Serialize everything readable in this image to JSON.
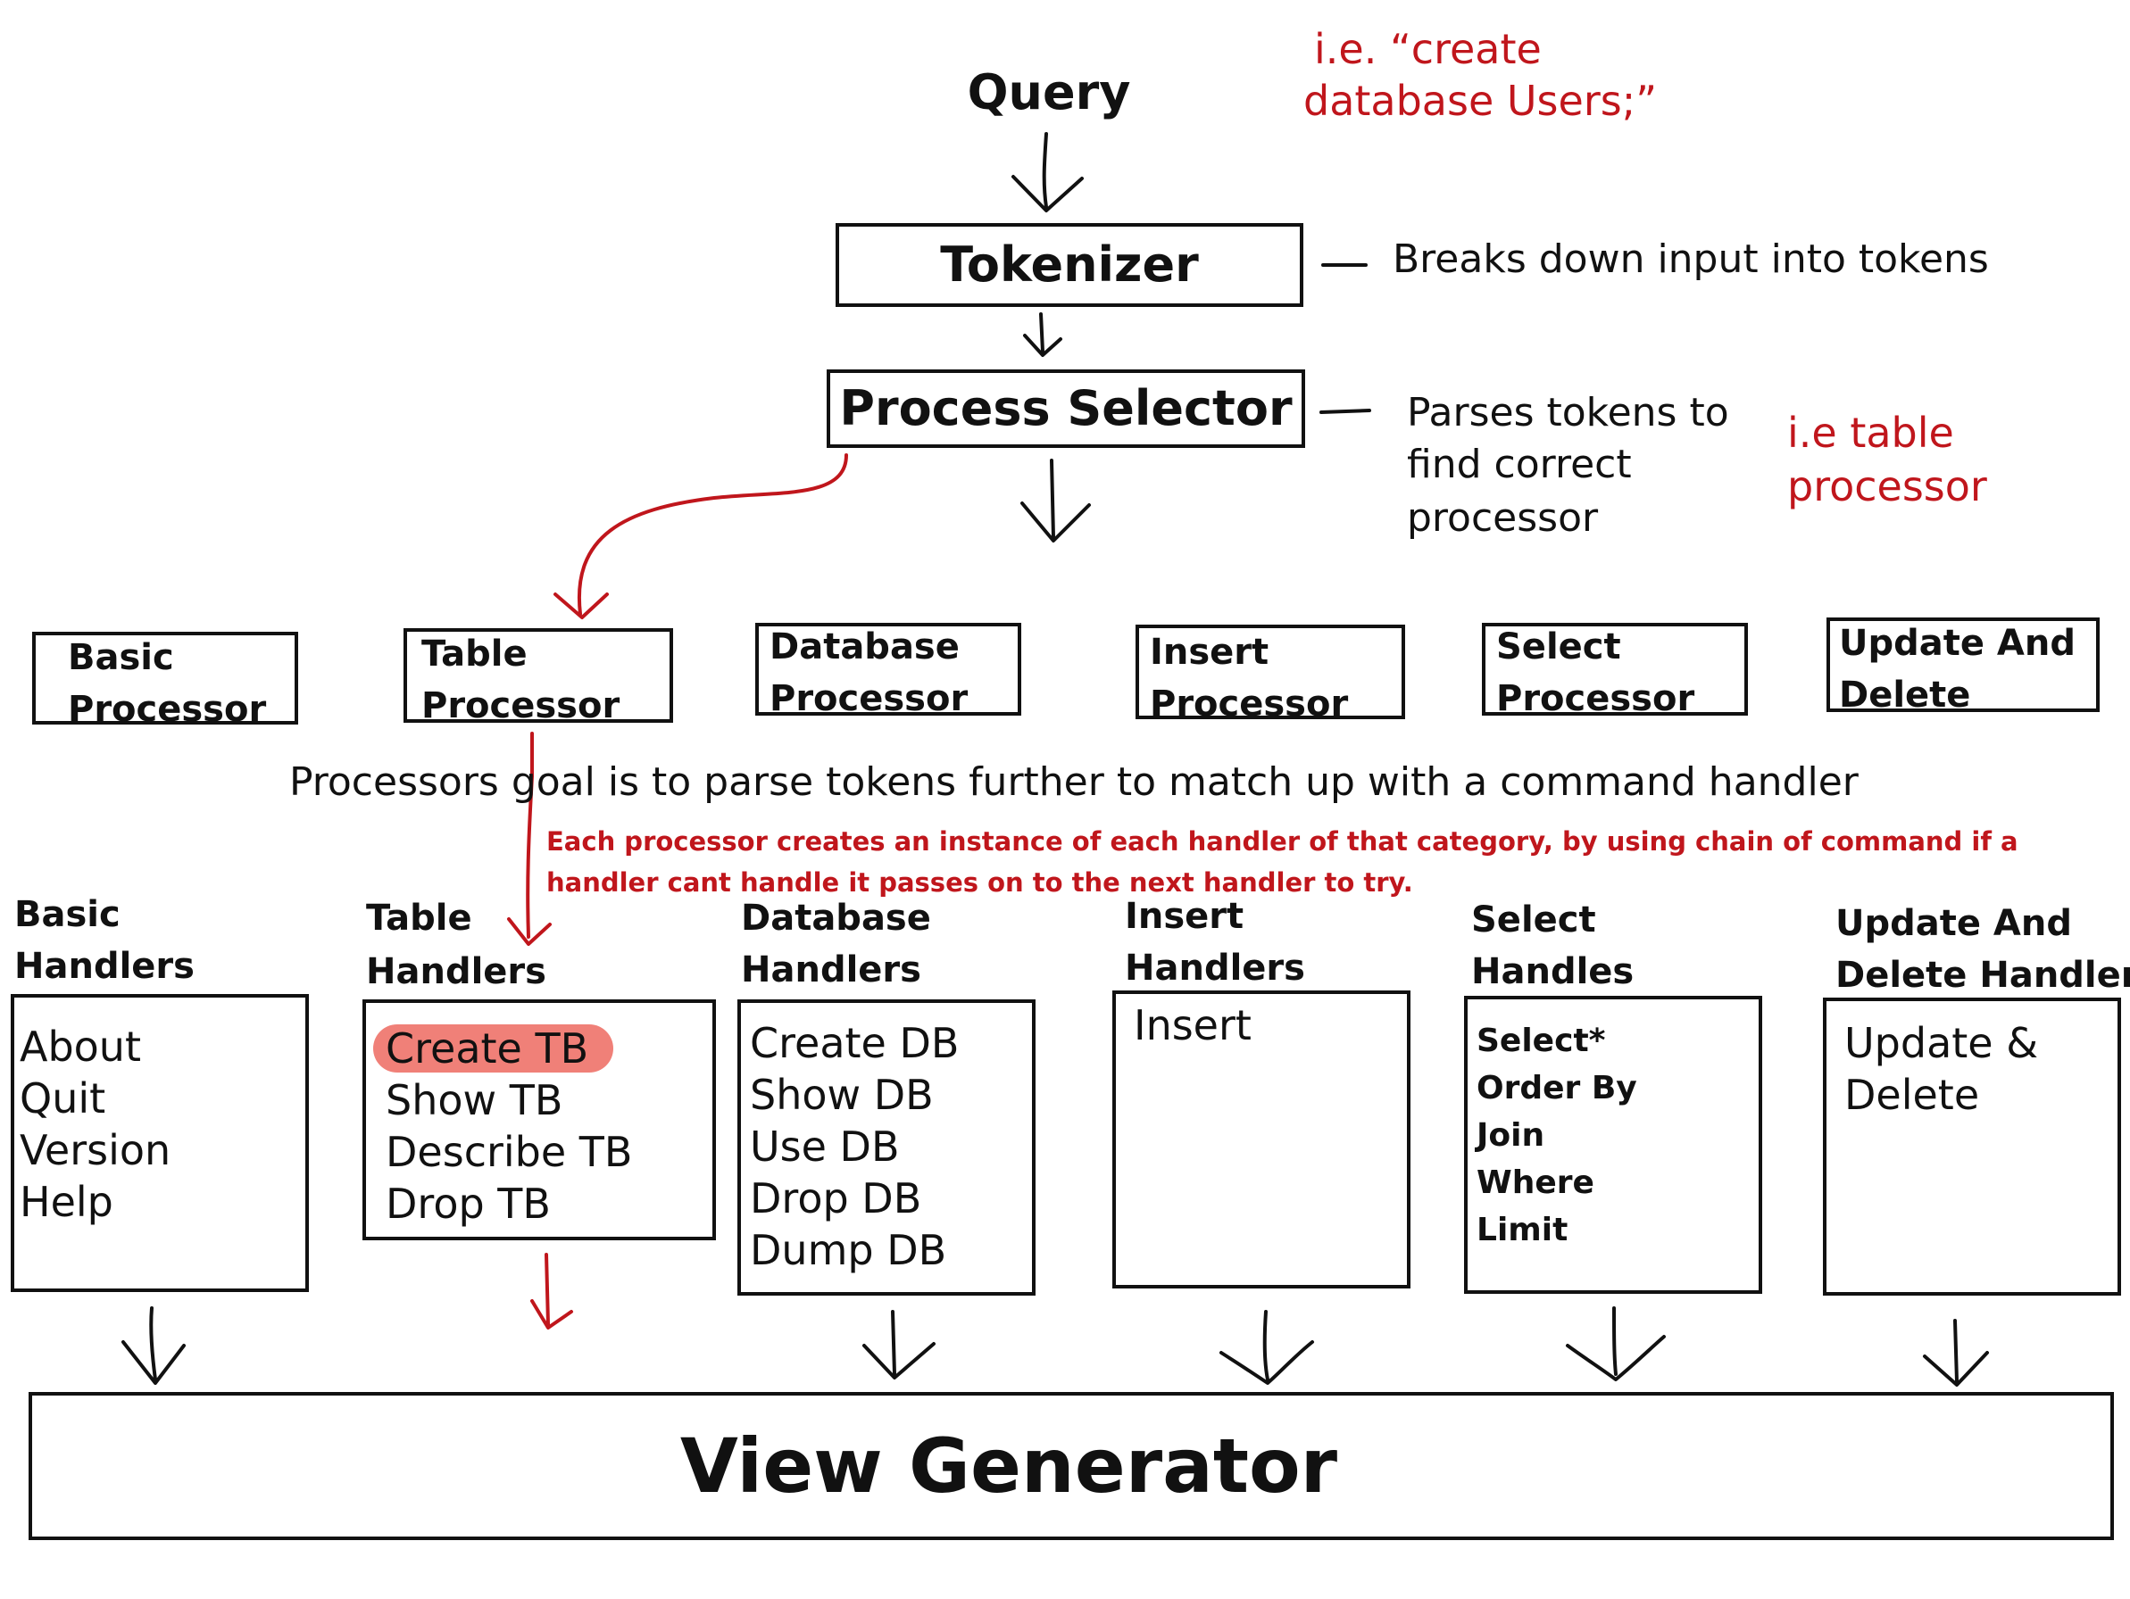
{
  "query": {
    "label": "Query"
  },
  "example_query": {
    "line1": "i.e. “create",
    "line2": "database Users;”"
  },
  "tokenizer": {
    "label": "Tokenizer",
    "note": "Breaks down input into tokens"
  },
  "process_selector": {
    "label": "Process Selector",
    "note_lines": [
      "Parses tokens to",
      "find correct",
      "processor"
    ],
    "example_lines": [
      "i.e table",
      "processor"
    ]
  },
  "processors": [
    {
      "line1": "Basic",
      "line2": "Processor"
    },
    {
      "line1": "Table",
      "line2": "Processor"
    },
    {
      "line1": "Database",
      "line2": "Processor"
    },
    {
      "line1": "Insert",
      "line2": "Processor"
    },
    {
      "line1": "Select",
      "line2": "Processor"
    },
    {
      "line1": "Update And",
      "line2": "Delete"
    }
  ],
  "processors_goal": "Processors goal is to parse tokens further to match up with a command handler",
  "chain_note": {
    "line1": "Each processor creates an instance of each handler of that category, by using chain of command if a",
    "line2": "handler cant handle it passes on to the next handler to try."
  },
  "handlers": [
    {
      "title1": "Basic",
      "title2": "Handlers",
      "items": [
        "About",
        "Quit",
        "Version",
        "Help"
      ]
    },
    {
      "title1": "Table",
      "title2": "Handlers",
      "items": [
        "Create TB",
        "Show TB",
        "Describe TB",
        "Drop TB"
      ],
      "highlighted": "Create TB"
    },
    {
      "title1": "Database",
      "title2": "Handlers",
      "items": [
        "Create DB",
        "Show DB",
        "Use DB",
        "Drop DB",
        "Dump DB"
      ]
    },
    {
      "title1": "Insert",
      "title2": "Handlers",
      "items": [
        "Insert"
      ]
    },
    {
      "title1": "Select",
      "title2": "Handles",
      "items": [
        "Select*",
        "Order By",
        "Join",
        "Where",
        "Limit"
      ]
    },
    {
      "title1": "Update And",
      "title2": "Delete Handler",
      "items": [
        "Update &",
        "Delete"
      ]
    }
  ],
  "view_generator": {
    "label": "View Generator"
  },
  "colors": {
    "ink": "#111111",
    "annotation_red": "#c0161c",
    "highlight": "#f08078"
  }
}
